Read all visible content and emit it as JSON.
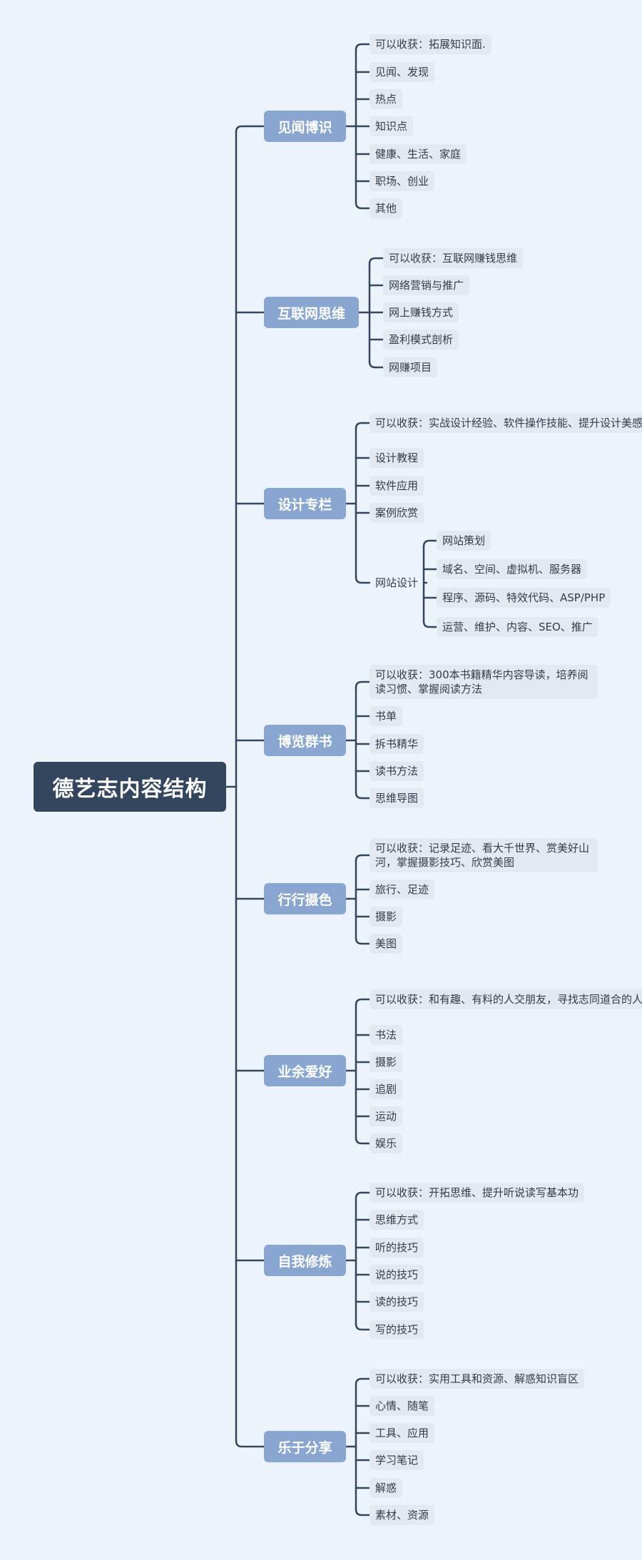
{
  "root": "德艺志内容结构",
  "branches": [
    {
      "label": "见闻博识",
      "items": [
        {
          "text": "可以收获：拓展知识面."
        },
        {
          "text": "见闻、发现"
        },
        {
          "text": "热点"
        },
        {
          "text": "知识点"
        },
        {
          "text": "健康、生活、家庭"
        },
        {
          "text": "职场、创业"
        },
        {
          "text": "其他"
        }
      ]
    },
    {
      "label": "互联网思维",
      "items": [
        {
          "text": "可以收获：互联网赚钱思维"
        },
        {
          "text": "网络营销与推广"
        },
        {
          "text": "网上赚钱方式"
        },
        {
          "text": "盈利模式剖析"
        },
        {
          "text": "网赚项目"
        }
      ]
    },
    {
      "label": "设计专栏",
      "items": [
        {
          "text": "可以收获：实战设计经验、软件操作技能、提升设计美感；"
        },
        {
          "text": "设计教程"
        },
        {
          "text": "软件应用"
        },
        {
          "text": "案例欣赏"
        },
        {
          "text": "网站设计",
          "children": [
            "网站策划",
            "域名、空间、虚拟机、服务器",
            "程序、源码、特效代码、ASP/PHP",
            "运营、维护、内容、SEO、推广"
          ]
        }
      ]
    },
    {
      "label": "博览群书",
      "items": [
        {
          "text": "可以收获：300本书籍精华内容导读，培养阅读习惯、掌握阅读方法"
        },
        {
          "text": "书单"
        },
        {
          "text": "拆书精华"
        },
        {
          "text": "读书方法"
        },
        {
          "text": "思维导图"
        }
      ]
    },
    {
      "label": "行行摄色",
      "items": [
        {
          "text": "可以收获：记录足迹、看大千世界、赏美好山河，掌握摄影技巧、欣赏美图"
        },
        {
          "text": "旅行、足迹"
        },
        {
          "text": "摄影"
        },
        {
          "text": "美图"
        }
      ]
    },
    {
      "label": "业余爱好",
      "items": [
        {
          "text": "可以收获：和有趣、有料的人交朋友，寻找志同道合的人"
        },
        {
          "text": "书法"
        },
        {
          "text": "摄影"
        },
        {
          "text": "追剧"
        },
        {
          "text": "运动"
        },
        {
          "text": "娱乐"
        }
      ]
    },
    {
      "label": "自我修炼",
      "items": [
        {
          "text": "可以收获：开拓思维、提升听说读写基本功"
        },
        {
          "text": "思维方式"
        },
        {
          "text": "听的技巧"
        },
        {
          "text": "说的技巧"
        },
        {
          "text": "读的技巧"
        },
        {
          "text": "写的技巧"
        }
      ]
    },
    {
      "label": "乐于分享",
      "items": [
        {
          "text": "可以收获：实用工具和资源、解惑知识盲区"
        },
        {
          "text": "心情、随笔"
        },
        {
          "text": "工具、应用"
        },
        {
          "text": "学习笔记"
        },
        {
          "text": "解惑"
        },
        {
          "text": "素材、资源"
        }
      ]
    }
  ],
  "colors": {
    "background": "#edf3fa",
    "root_fill": "#33465e",
    "branch_fill": "#88a6cf",
    "leaf_fill": "#e3e9f1",
    "connector": "#33465e"
  }
}
